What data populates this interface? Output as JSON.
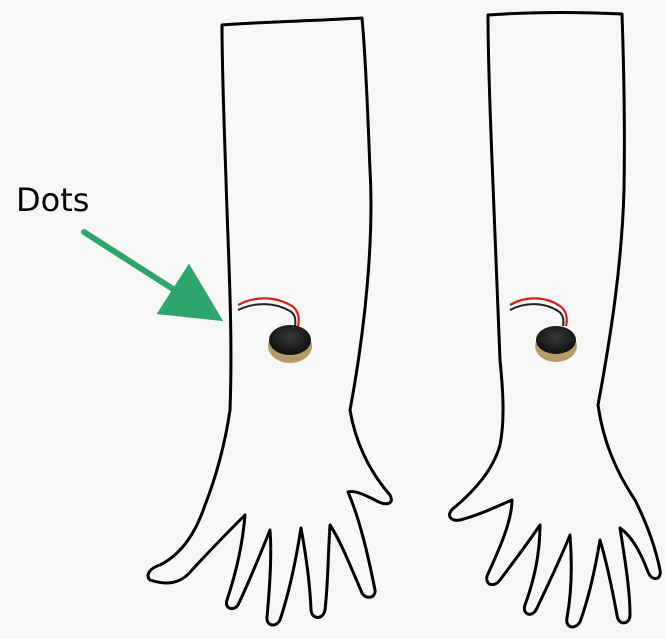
{
  "annotation": {
    "label": "Dots",
    "arrow_color": "#2ea56b"
  },
  "colors": {
    "background": "#f7f7f6",
    "outline": "#000000",
    "motor_body": "#1a1a1a",
    "motor_rim": "#b39a6a",
    "wire_red": "#d21f1f",
    "wire_black": "#222222"
  },
  "figure": {
    "left_arm": "left-arm-outline",
    "right_arm": "right-arm-outline",
    "vibration_motors": 2
  }
}
